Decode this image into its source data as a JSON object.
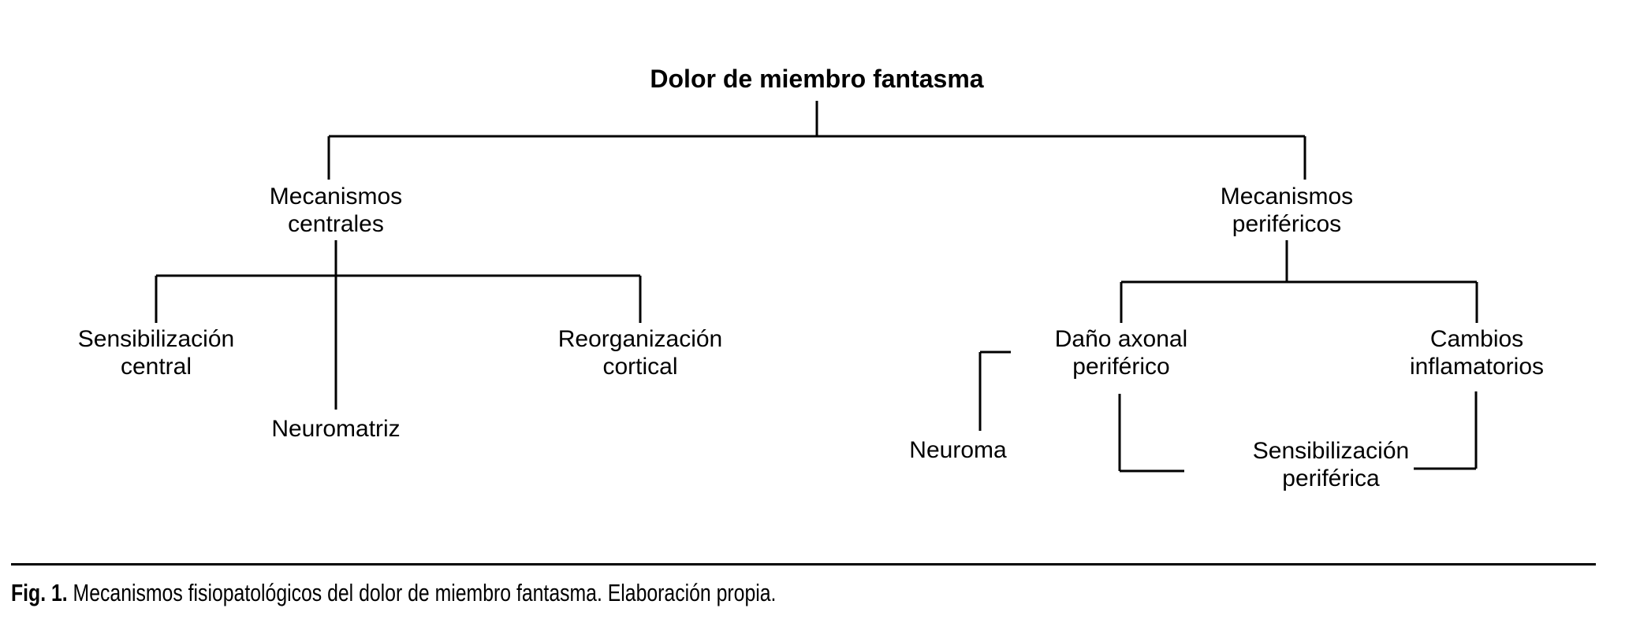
{
  "figure": {
    "root": {
      "label": "Dolor de miembro fantasma"
    },
    "branches": [
      {
        "id": "central",
        "label": "Mecanismos\ncentrales",
        "children": [
          {
            "id": "sensibilizacion-central",
            "label": "Sensibilización\ncentral"
          },
          {
            "id": "neuromatriz",
            "label": "Neuromatriz"
          },
          {
            "id": "reorganizacion-cortical",
            "label": "Reorganización\ncortical"
          }
        ]
      },
      {
        "id": "perifericos",
        "label": "Mecanismos\nperiféricos",
        "children": [
          {
            "id": "dano-axonal-periferico",
            "label": "Daño axonal\nperiférico",
            "children": [
              {
                "id": "neuroma",
                "label": "Neuroma"
              },
              {
                "id": "sensibilizacion-periferica",
                "label": "Sensibilización\nperiférica"
              }
            ]
          },
          {
            "id": "cambios-inflamatorios",
            "label": "Cambios\ninflamatorios"
          }
        ]
      }
    ],
    "caption": {
      "prefix": "Fig. 1.",
      "text": " Mecanismos fisiopatológicos del dolor de miembro fantasma. Elaboración propia."
    },
    "colors": {
      "line": "#000000",
      "text": "#000000",
      "background": "#ffffff"
    }
  }
}
